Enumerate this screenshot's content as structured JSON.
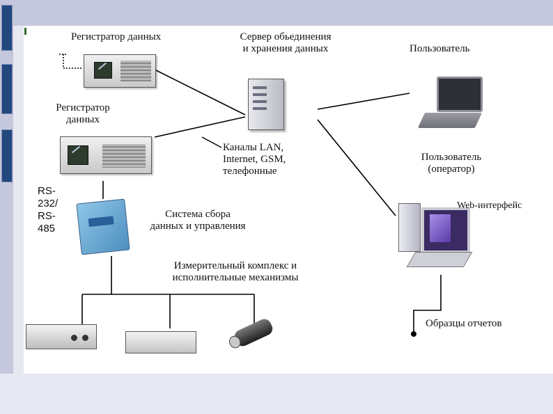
{
  "labels": {
    "registrator_top": "Регистратор данных",
    "registrator_mid_line1": "Регистратор",
    "registrator_mid_line2": "данных",
    "server_line1": "Сервер обьединения",
    "server_line2": "и хранения данных",
    "user": "Пользователь",
    "channels_line1": "Каналы LAN,",
    "channels_line2": "Internet, GSM,",
    "channels_line3": "телефонные",
    "user_operator_line1": "Пользователь",
    "user_operator_line2": "(оператор)",
    "rs_line1": "RS-",
    "rs_line2": "232/",
    "rs_line3": "RS-",
    "rs_line4": "485",
    "system_line1": "Система сбора",
    "system_line2": "данных и управления",
    "web": "Web-интерфейс",
    "measuring_line1": "Измерительный комплекс и",
    "measuring_line2": "исполнительные механизмы",
    "reports": "Образцы отчетов"
  },
  "colors": {
    "frame_band": "#c5c7dc",
    "side_tab": "#23487e",
    "canvas": "#ffffff",
    "wire": "#000000"
  }
}
